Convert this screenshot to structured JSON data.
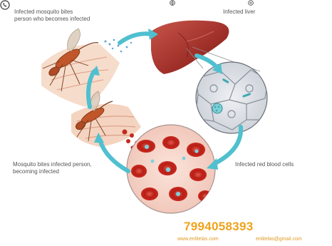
{
  "labels": {
    "mosquito_bites_person": "Infected mosquito bites\nperson who becomes infected",
    "infected_liver": "Infected liver",
    "mosquito_bites_infected": "Mosquito bites infected person,\nbecoming infected",
    "infected_rbc": "Infected red blood cells"
  },
  "contact": {
    "phone": "7994058393",
    "website": "www.enlitelas.com",
    "email": "enlitelas@gmail.com"
  },
  "colors": {
    "arrow": "#4fc0cf",
    "liver": "#a8362f",
    "blood_cell": "#c0271e",
    "phone": "#f0a21b"
  }
}
